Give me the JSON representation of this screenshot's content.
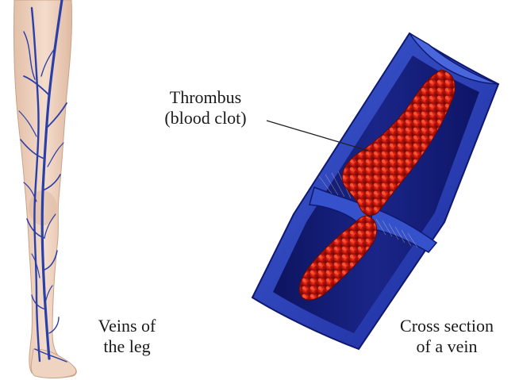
{
  "labels": {
    "thrombus": {
      "line1": "Thrombus",
      "line2": "(blood clot)"
    },
    "leg": {
      "line1": "Veins of",
      "line2": "the leg"
    },
    "vein": {
      "line1": "Cross section",
      "line2": "of a vein"
    }
  },
  "colors": {
    "skin": "#efd4c1",
    "skin_shadow": "#d9b49c",
    "vein_blue": "#2a3fa8",
    "vein_dark": "#111a6e",
    "clot_red": "#d81a10",
    "clot_dark": "#7a0a05",
    "leader_line": "#222222"
  }
}
